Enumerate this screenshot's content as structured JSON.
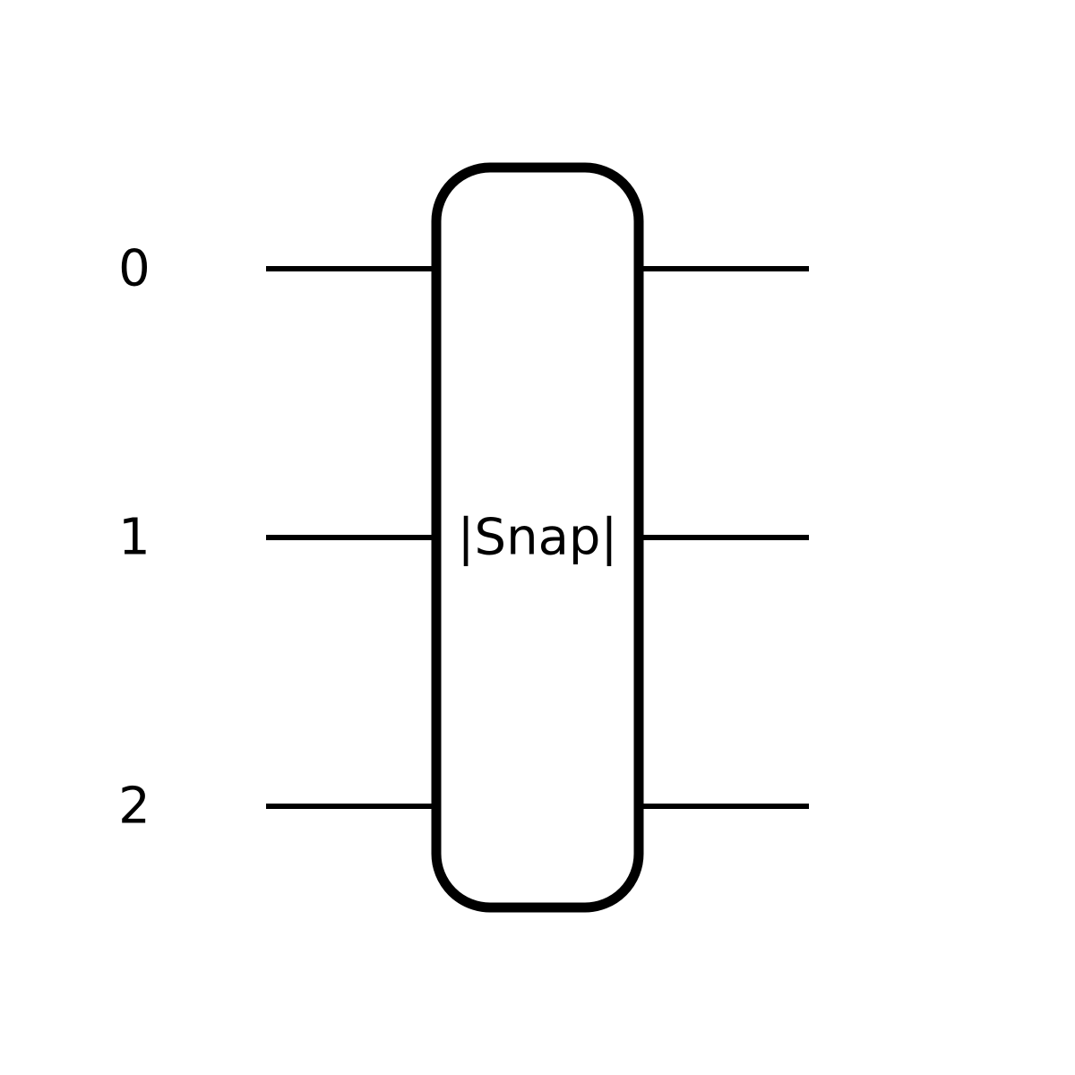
{
  "circuit": {
    "wires": [
      {
        "label": "0"
      },
      {
        "label": "1"
      },
      {
        "label": "2"
      }
    ],
    "gate": {
      "label": "|Snap|"
    },
    "colors": {
      "line": "#000000",
      "background": "#ffffff"
    }
  }
}
